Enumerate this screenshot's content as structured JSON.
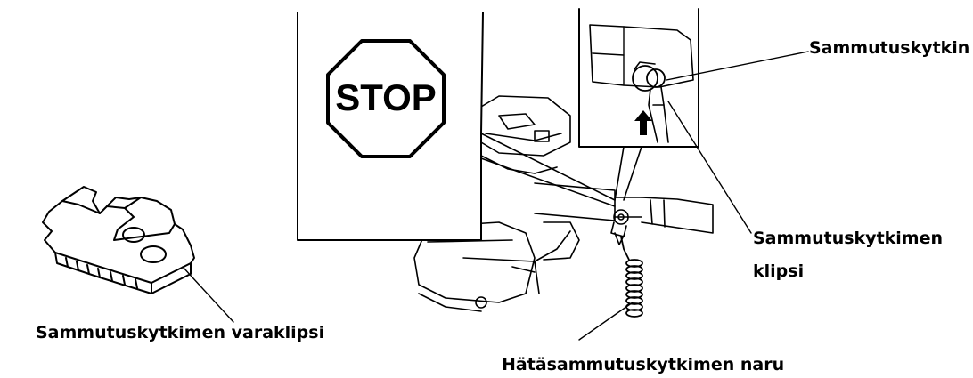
{
  "labels": {
    "kill_switch": "Sammutuskytkin",
    "clip_line1": "Sammutuskytkimen",
    "clip_line2": "klipsi",
    "spare_clip": "Sammutuskytkimen varaklipsi",
    "lanyard": "Hätäsammutuskytkimen naru"
  },
  "stop_sign": {
    "text": "STOP"
  },
  "colors": {
    "line": "#000000",
    "background": "#ffffff"
  },
  "icons": [
    "stop-sign-icon",
    "up-arrow-icon",
    "spare-clip-icon"
  ]
}
